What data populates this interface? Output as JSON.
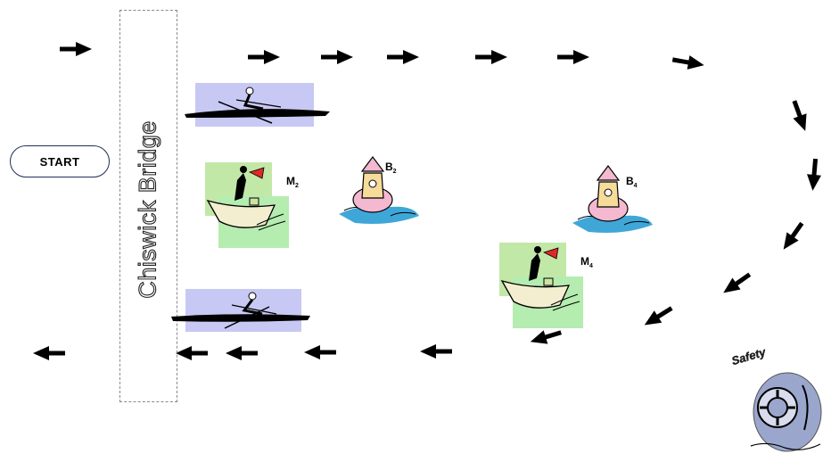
{
  "start_label": "START",
  "bridge_label": "Chiswick Bridge",
  "markers": [
    {
      "letter": "M",
      "sub": "2"
    },
    {
      "letter": "B",
      "sub": "2"
    },
    {
      "letter": "B",
      "sub": "4"
    },
    {
      "letter": "M",
      "sub": "4"
    }
  ],
  "safety_label": "Safety",
  "colors": {
    "arrow": "#000000",
    "rower_bg": "#c8c8f4",
    "marshal_bg": "#b5e6a8",
    "buoy": "#f2b8c8",
    "water": "#3fa7d8",
    "safety_bg": "#9aa6cc"
  }
}
